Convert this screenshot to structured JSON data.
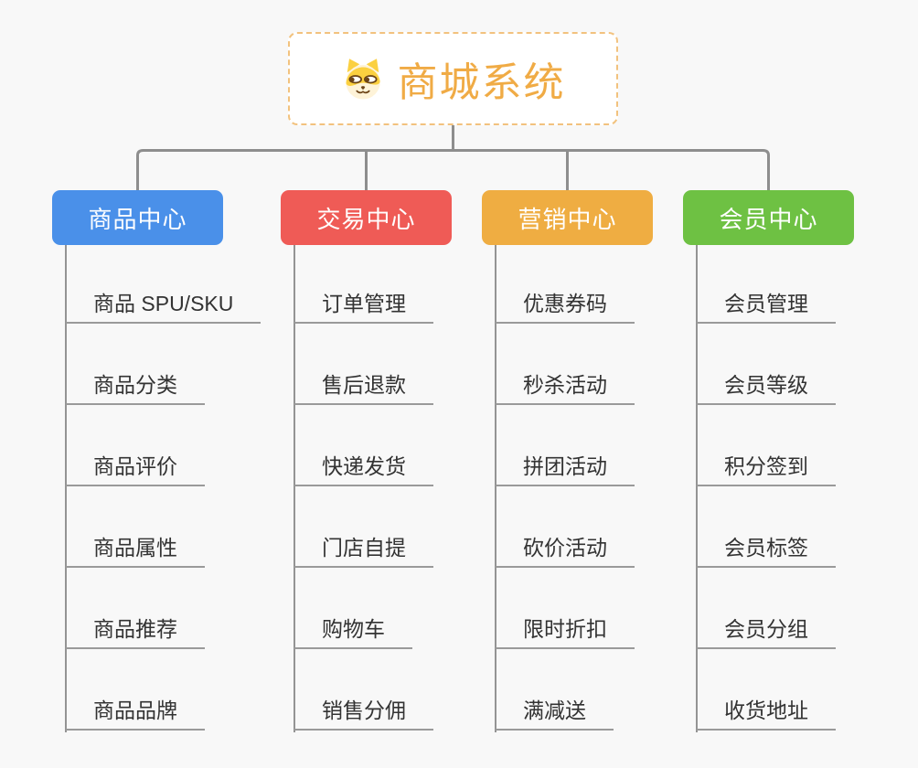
{
  "app": {
    "background_color": "#f8f8f8"
  },
  "root": {
    "title": "商城系统",
    "icon": "doge-dog-icon",
    "text_color": "#f0ab45",
    "border_color": "#f2c27e"
  },
  "centers": [
    {
      "id": "product-center",
      "label": "商品中心",
      "color": "#4a90e9",
      "items": [
        "商品 SPU/SKU",
        "商品分类",
        "商品评价",
        "商品属性",
        "商品推荐",
        "商品品牌"
      ]
    },
    {
      "id": "trade-center",
      "label": "交易中心",
      "color": "#ef5b56",
      "items": [
        "订单管理",
        "售后退款",
        "快递发货",
        "门店自提",
        "购物车",
        "销售分佣"
      ]
    },
    {
      "id": "marketing-center",
      "label": "营销中心",
      "color": "#efad42",
      "items": [
        "优惠券码",
        "秒杀活动",
        "拼团活动",
        "砍价活动",
        "限时折扣",
        "满减送"
      ]
    },
    {
      "id": "member-center",
      "label": "会员中心",
      "color": "#6ec143",
      "items": [
        "会员管理",
        "会员等级",
        "积分签到",
        "会员标签",
        "会员分组",
        "收货地址"
      ]
    }
  ],
  "colors": {
    "connector": "#8e8e8e",
    "spine": "#949494",
    "item_underline": "#9a9a9a",
    "item_text": "#333333"
  }
}
